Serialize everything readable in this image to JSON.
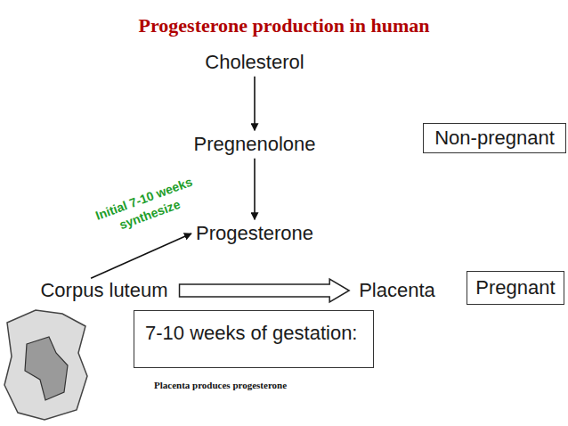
{
  "diagram": {
    "title": "Progesterone production in human",
    "nodes": [
      {
        "text": [
          "Cholesterol"
        ]
      },
      {
        "text": [
          "Pregnenolone"
        ]
      },
      {
        "text": [
          "Non-pregnant"
        ]
      },
      {
        "text": [
          "Progesterone"
        ]
      },
      {
        "text": [
          "Corpus luteum"
        ]
      },
      {
        "text": [
          "Placenta"
        ]
      },
      {
        "text": [
          "Pregnant"
        ]
      },
      {
        "text": [
          "7-10 weeks of gestation:"
        ]
      }
    ],
    "edges": [
      {
        "from": 0,
        "to": 1,
        "arrow": "to"
      },
      {
        "from": 1,
        "to": 3,
        "arrow": "to"
      },
      {
        "from": 4,
        "to": 3,
        "label": "Initial 7-10 weeks synthesize",
        "arrow": "to"
      },
      {
        "from": 4,
        "to": 5,
        "arrow": "to"
      }
    ],
    "labels": [
      "Placenta produces progesterone"
    ]
  }
}
